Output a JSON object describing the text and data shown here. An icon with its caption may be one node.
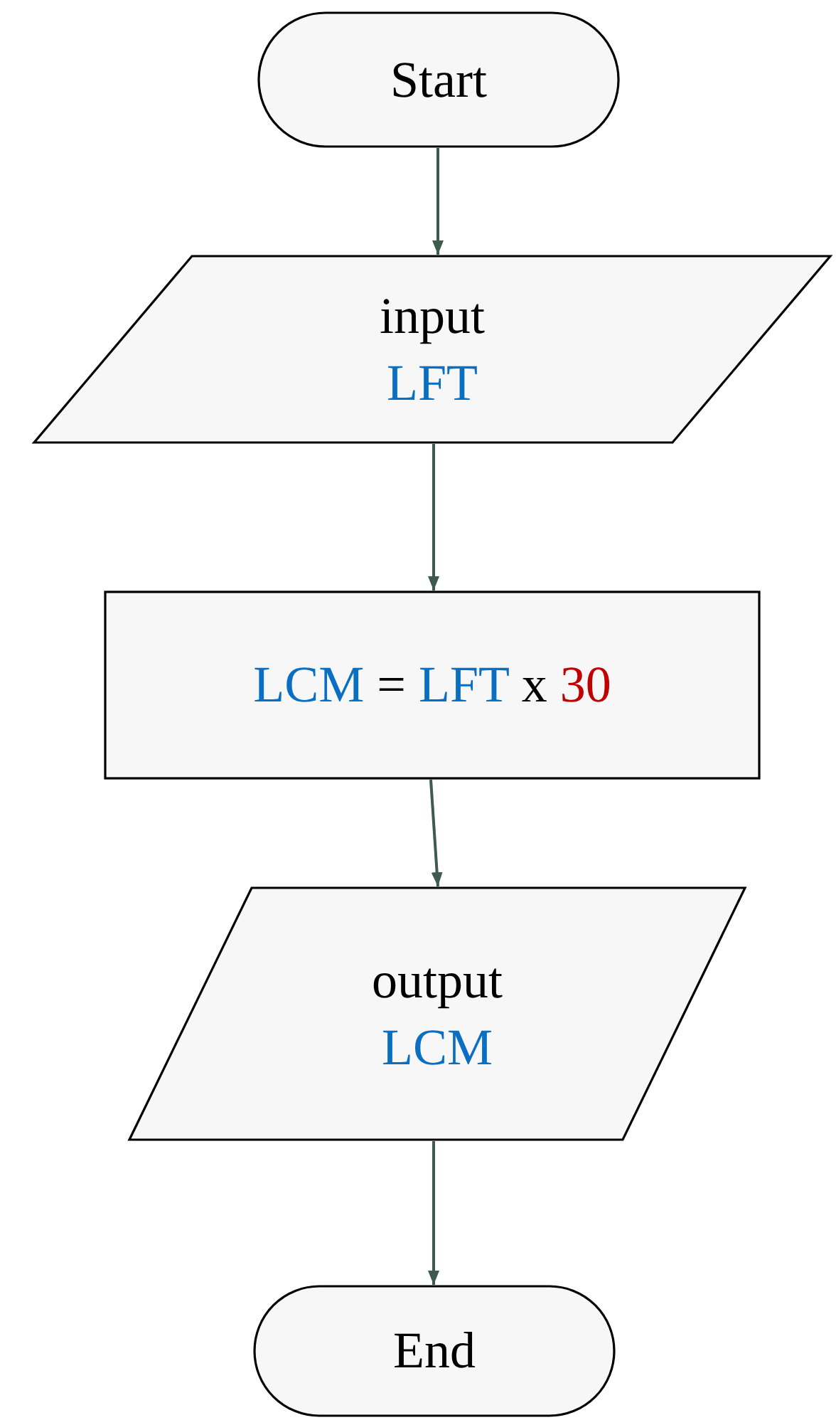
{
  "diagram": {
    "nodes": [
      {
        "text": [
          "Start"
        ]
      },
      {
        "text": [
          "input",
          "LFT"
        ]
      },
      {
        "text": [
          "LCM = LFT x 30"
        ]
      },
      {
        "text": [
          "output",
          "LCM"
        ]
      },
      {
        "text": [
          "End"
        ]
      }
    ],
    "edges": [
      {
        "from": 0,
        "to": 1,
        "arrow": "to"
      },
      {
        "from": 1,
        "to": 2,
        "arrow": "to"
      },
      {
        "from": 2,
        "to": 3,
        "arrow": "to"
      },
      {
        "from": 3,
        "to": 4,
        "arrow": "to"
      }
    ]
  }
}
